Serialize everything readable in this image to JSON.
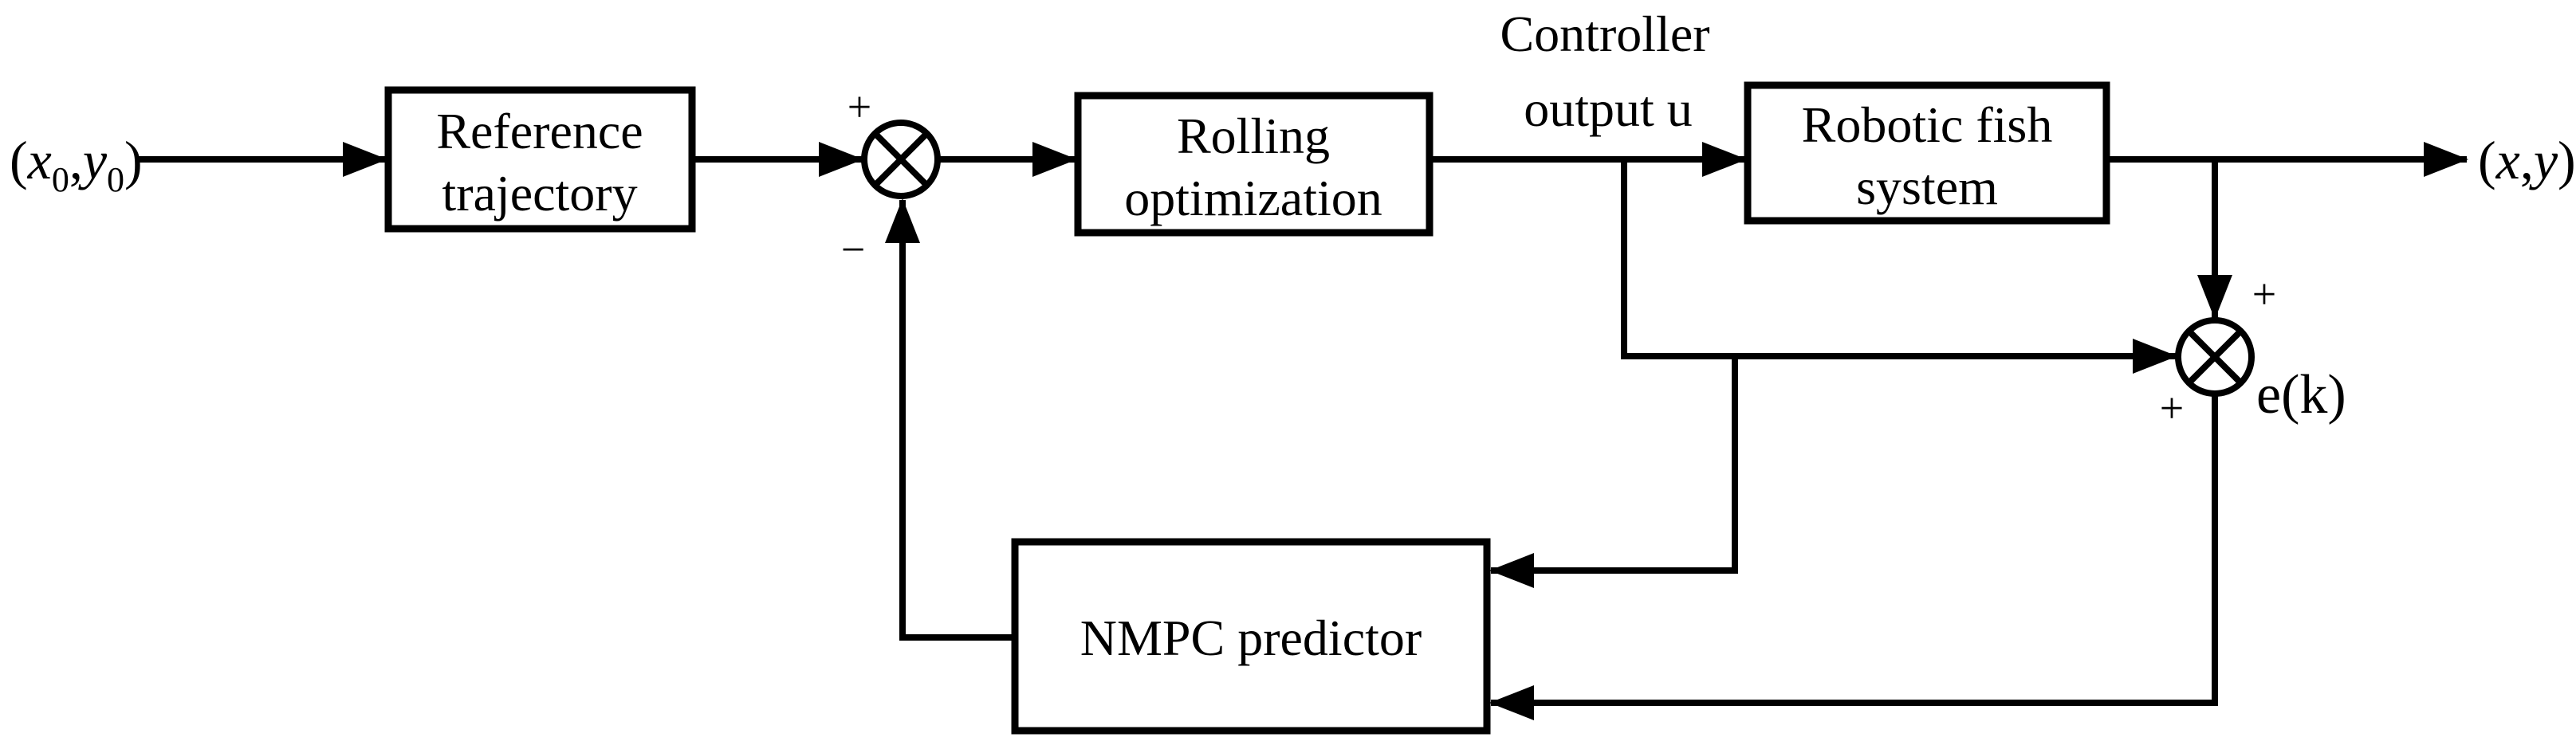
{
  "diagram": {
    "background_color": "#ffffff",
    "line_color": "#000000",
    "blocks": [
      {
        "id": "reference-trajectory",
        "line1": "Reference",
        "line2": "trajectory"
      },
      {
        "id": "rolling-optimization",
        "line1": "Rolling",
        "line2": "optimization"
      },
      {
        "id": "robotic-fish-system",
        "line1": "Robotic fish",
        "line2": "system"
      },
      {
        "id": "nmpc-predictor",
        "line1": "NMPC predictor"
      }
    ],
    "annotations": {
      "controller_output_line1": "Controller",
      "controller_output_line2": "output u",
      "error_signal": "e(k)"
    },
    "signs": {
      "sum1_plus": "+",
      "sum1_minus": "−",
      "sum2_plus_top": "+",
      "sum2_plus_left": "+"
    },
    "input_signal": {
      "open": "(",
      "var1": "x",
      "sub1": "0",
      "sep": ",",
      "var2": "y",
      "sub2": "0",
      "close": ")"
    },
    "output_signal": {
      "open": "(",
      "var1": "x",
      "sep": ",",
      "var2": "y",
      "close": ")"
    }
  }
}
